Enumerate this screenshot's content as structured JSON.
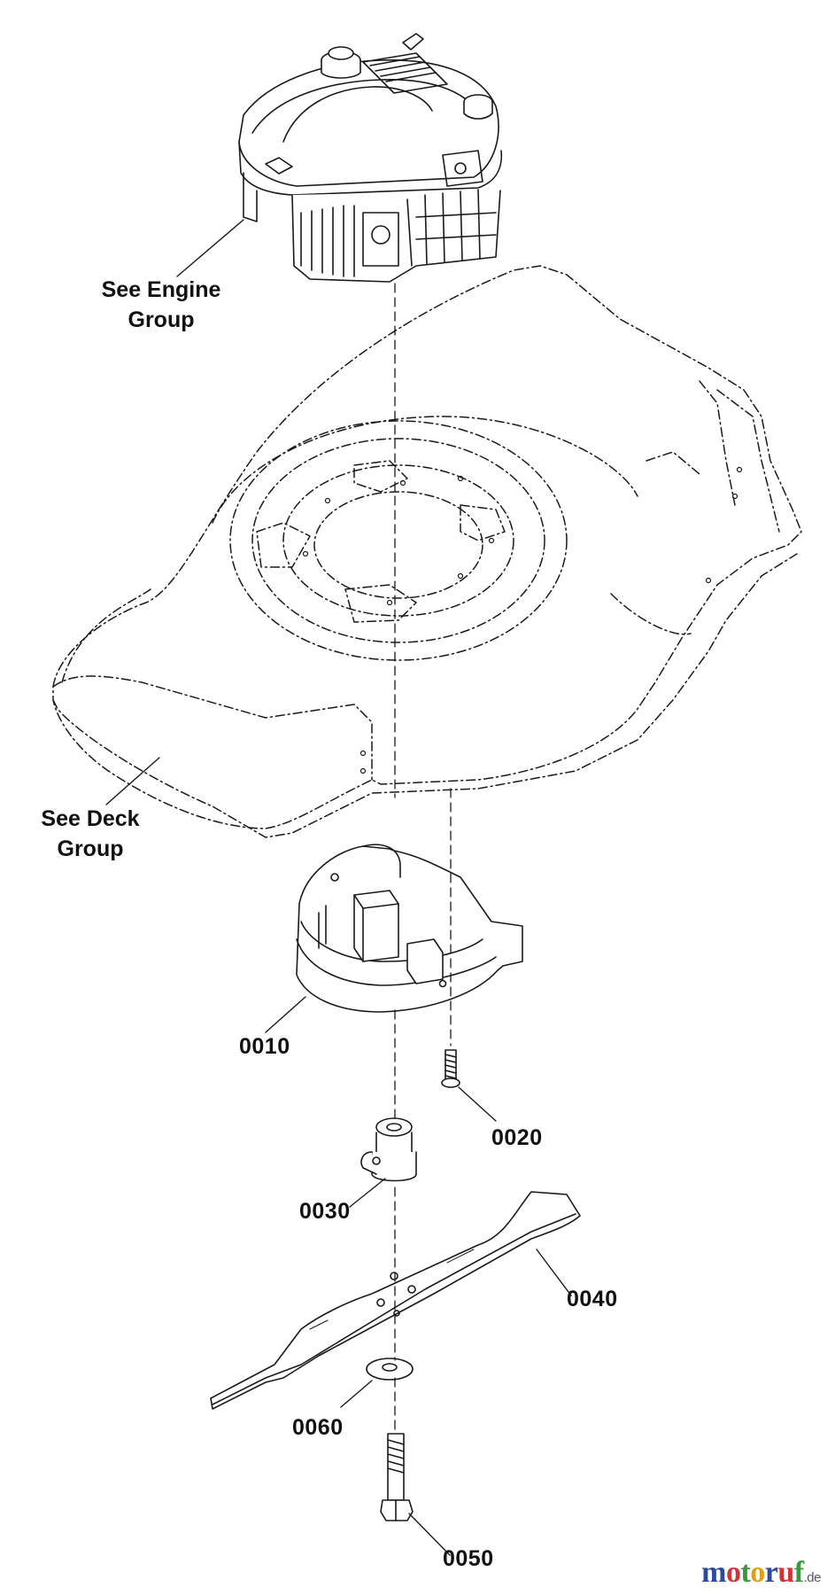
{
  "callouts": {
    "engine": {
      "line1": "See Engine",
      "line2": "Group"
    },
    "deck": {
      "line1": "See Deck",
      "line2": "Group"
    }
  },
  "parts": [
    {
      "id": "0010",
      "name": "blade-adapter-housing"
    },
    {
      "id": "0020",
      "name": "screw"
    },
    {
      "id": "0030",
      "name": "blade-adapter"
    },
    {
      "id": "0040",
      "name": "blade"
    },
    {
      "id": "0050",
      "name": "bolt"
    },
    {
      "id": "0060",
      "name": "washer"
    }
  ],
  "watermark": {
    "letters": [
      "m",
      "o",
      "t",
      "o",
      "r",
      "u",
      "f"
    ],
    "colors": [
      "#2b4aa0",
      "#d0343a",
      "#3a9a3a",
      "#e0a010",
      "#2b4aa0",
      "#d0343a",
      "#3a9a3a"
    ],
    "suffix": ".de"
  }
}
